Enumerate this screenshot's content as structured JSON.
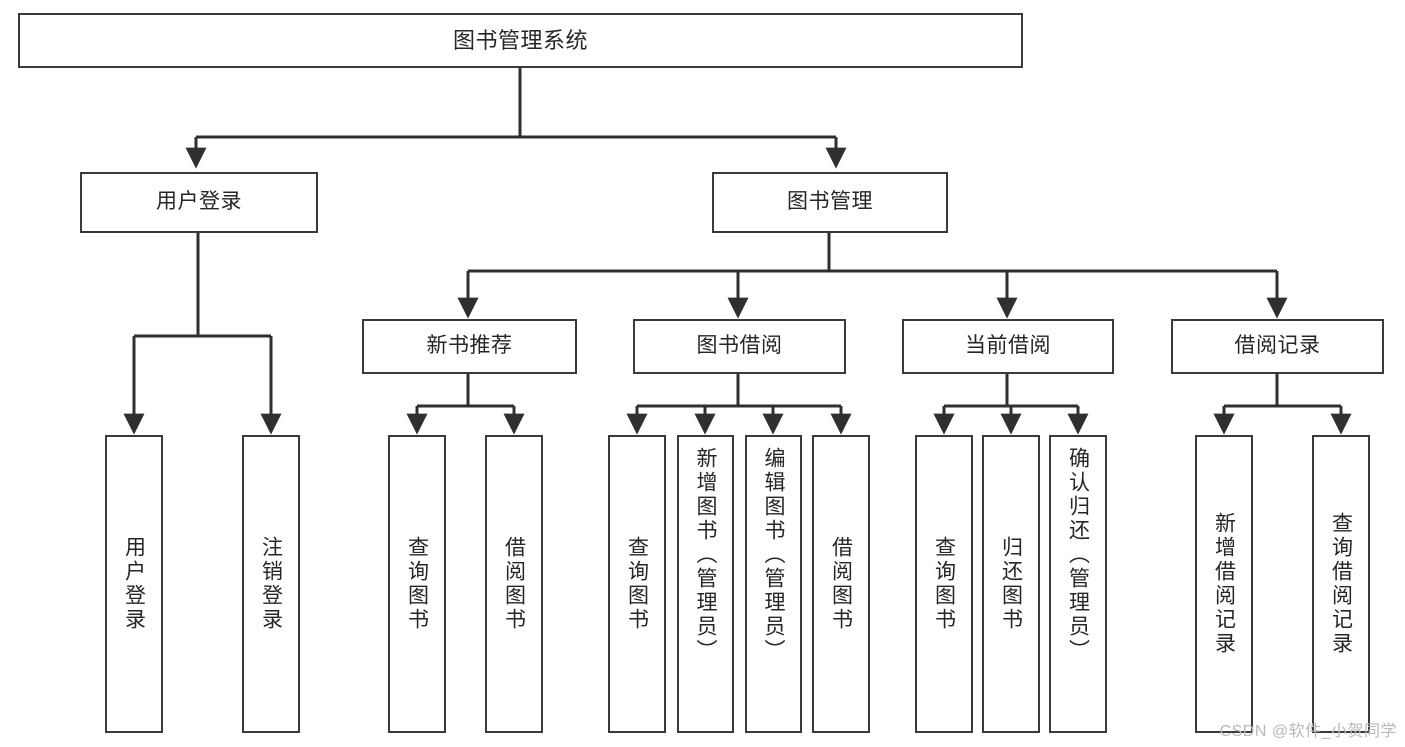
{
  "diagram": {
    "title": "图书管理系统",
    "type": "tree",
    "watermark": "CSDN @软件_小贺同学",
    "colors": {
      "box_border": "#3a3a3a",
      "box_fill": "#ffffff",
      "line": "#2f2f2f",
      "text": "#262626",
      "watermark": "#b9b9b9"
    },
    "nodes": {
      "root": {
        "label": "图书管理系统"
      },
      "login": {
        "label": "用户登录"
      },
      "bookmgmt": {
        "label": "图书管理"
      },
      "newbook": {
        "label": "新书推荐"
      },
      "borrow": {
        "label": "图书借阅"
      },
      "current": {
        "label": "当前借阅"
      },
      "records": {
        "label": "借阅记录"
      },
      "leaf_login_1": {
        "label": "用户登录"
      },
      "leaf_login_2": {
        "label": "注销登录"
      },
      "leaf_new_1": {
        "label": "查询图书"
      },
      "leaf_new_2": {
        "label": "借阅图书"
      },
      "leaf_bor_1": {
        "label": "查询图书"
      },
      "leaf_bor_2": {
        "label": "新增图书（管理员）"
      },
      "leaf_bor_3": {
        "label": "编辑图书（管理员）"
      },
      "leaf_bor_4": {
        "label": "借阅图书"
      },
      "leaf_cur_1": {
        "label": "查询图书"
      },
      "leaf_cur_2": {
        "label": "归还图书"
      },
      "leaf_cur_3": {
        "label": "确认归还（管理员）"
      },
      "leaf_rec_1": {
        "label": "新增借阅记录"
      },
      "leaf_rec_2": {
        "label": "查询借阅记录"
      }
    },
    "edges": [
      {
        "from": "root",
        "to": "login"
      },
      {
        "from": "root",
        "to": "bookmgmt"
      },
      {
        "from": "login",
        "to": "leaf_login_1"
      },
      {
        "from": "login",
        "to": "leaf_login_2"
      },
      {
        "from": "bookmgmt",
        "to": "newbook"
      },
      {
        "from": "bookmgmt",
        "to": "borrow"
      },
      {
        "from": "bookmgmt",
        "to": "current"
      },
      {
        "from": "bookmgmt",
        "to": "records"
      },
      {
        "from": "newbook",
        "to": "leaf_new_1"
      },
      {
        "from": "newbook",
        "to": "leaf_new_2"
      },
      {
        "from": "borrow",
        "to": "leaf_bor_1"
      },
      {
        "from": "borrow",
        "to": "leaf_bor_2"
      },
      {
        "from": "borrow",
        "to": "leaf_bor_3"
      },
      {
        "from": "borrow",
        "to": "leaf_bor_4"
      },
      {
        "from": "current",
        "to": "leaf_cur_1"
      },
      {
        "from": "current",
        "to": "leaf_cur_2"
      },
      {
        "from": "current",
        "to": "leaf_cur_3"
      },
      {
        "from": "records",
        "to": "leaf_rec_1"
      },
      {
        "from": "records",
        "to": "leaf_rec_2"
      }
    ]
  }
}
